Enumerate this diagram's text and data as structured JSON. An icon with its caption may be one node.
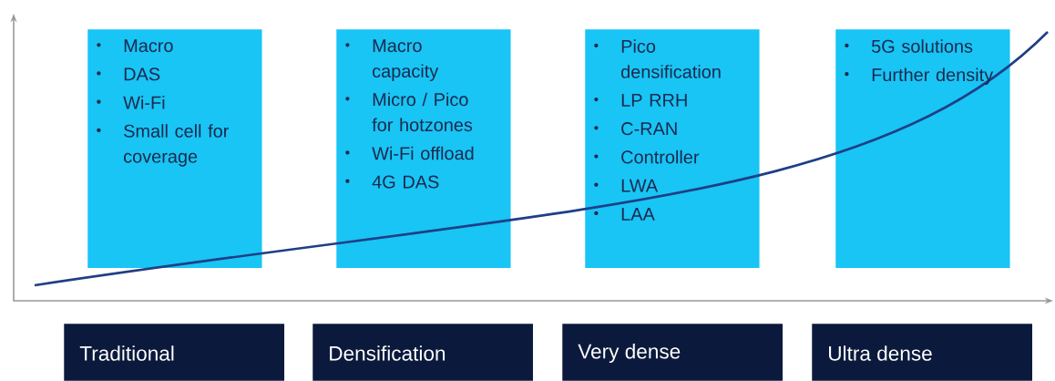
{
  "diagram": {
    "nodes": [
      {
        "text": [
          "Macro",
          "DAS",
          "Wi-Fi",
          "Small cell for coverage"
        ]
      },
      {
        "text": [
          "Macro capacity",
          "Micro / Pico for hotzones",
          "Wi-Fi offload",
          "4G DAS"
        ]
      },
      {
        "text": [
          "Pico densification",
          "LP RRH",
          "C-RAN",
          "Controller",
          "LWA",
          "LAA"
        ]
      },
      {
        "text": [
          "5G solutions",
          "Further density"
        ]
      },
      {
        "text": [
          "Traditional"
        ]
      },
      {
        "text": [
          "Densification"
        ]
      },
      {
        "text": [
          "Very dense"
        ]
      },
      {
        "text": [
          "Ultra dense"
        ]
      }
    ],
    "edges": []
  }
}
